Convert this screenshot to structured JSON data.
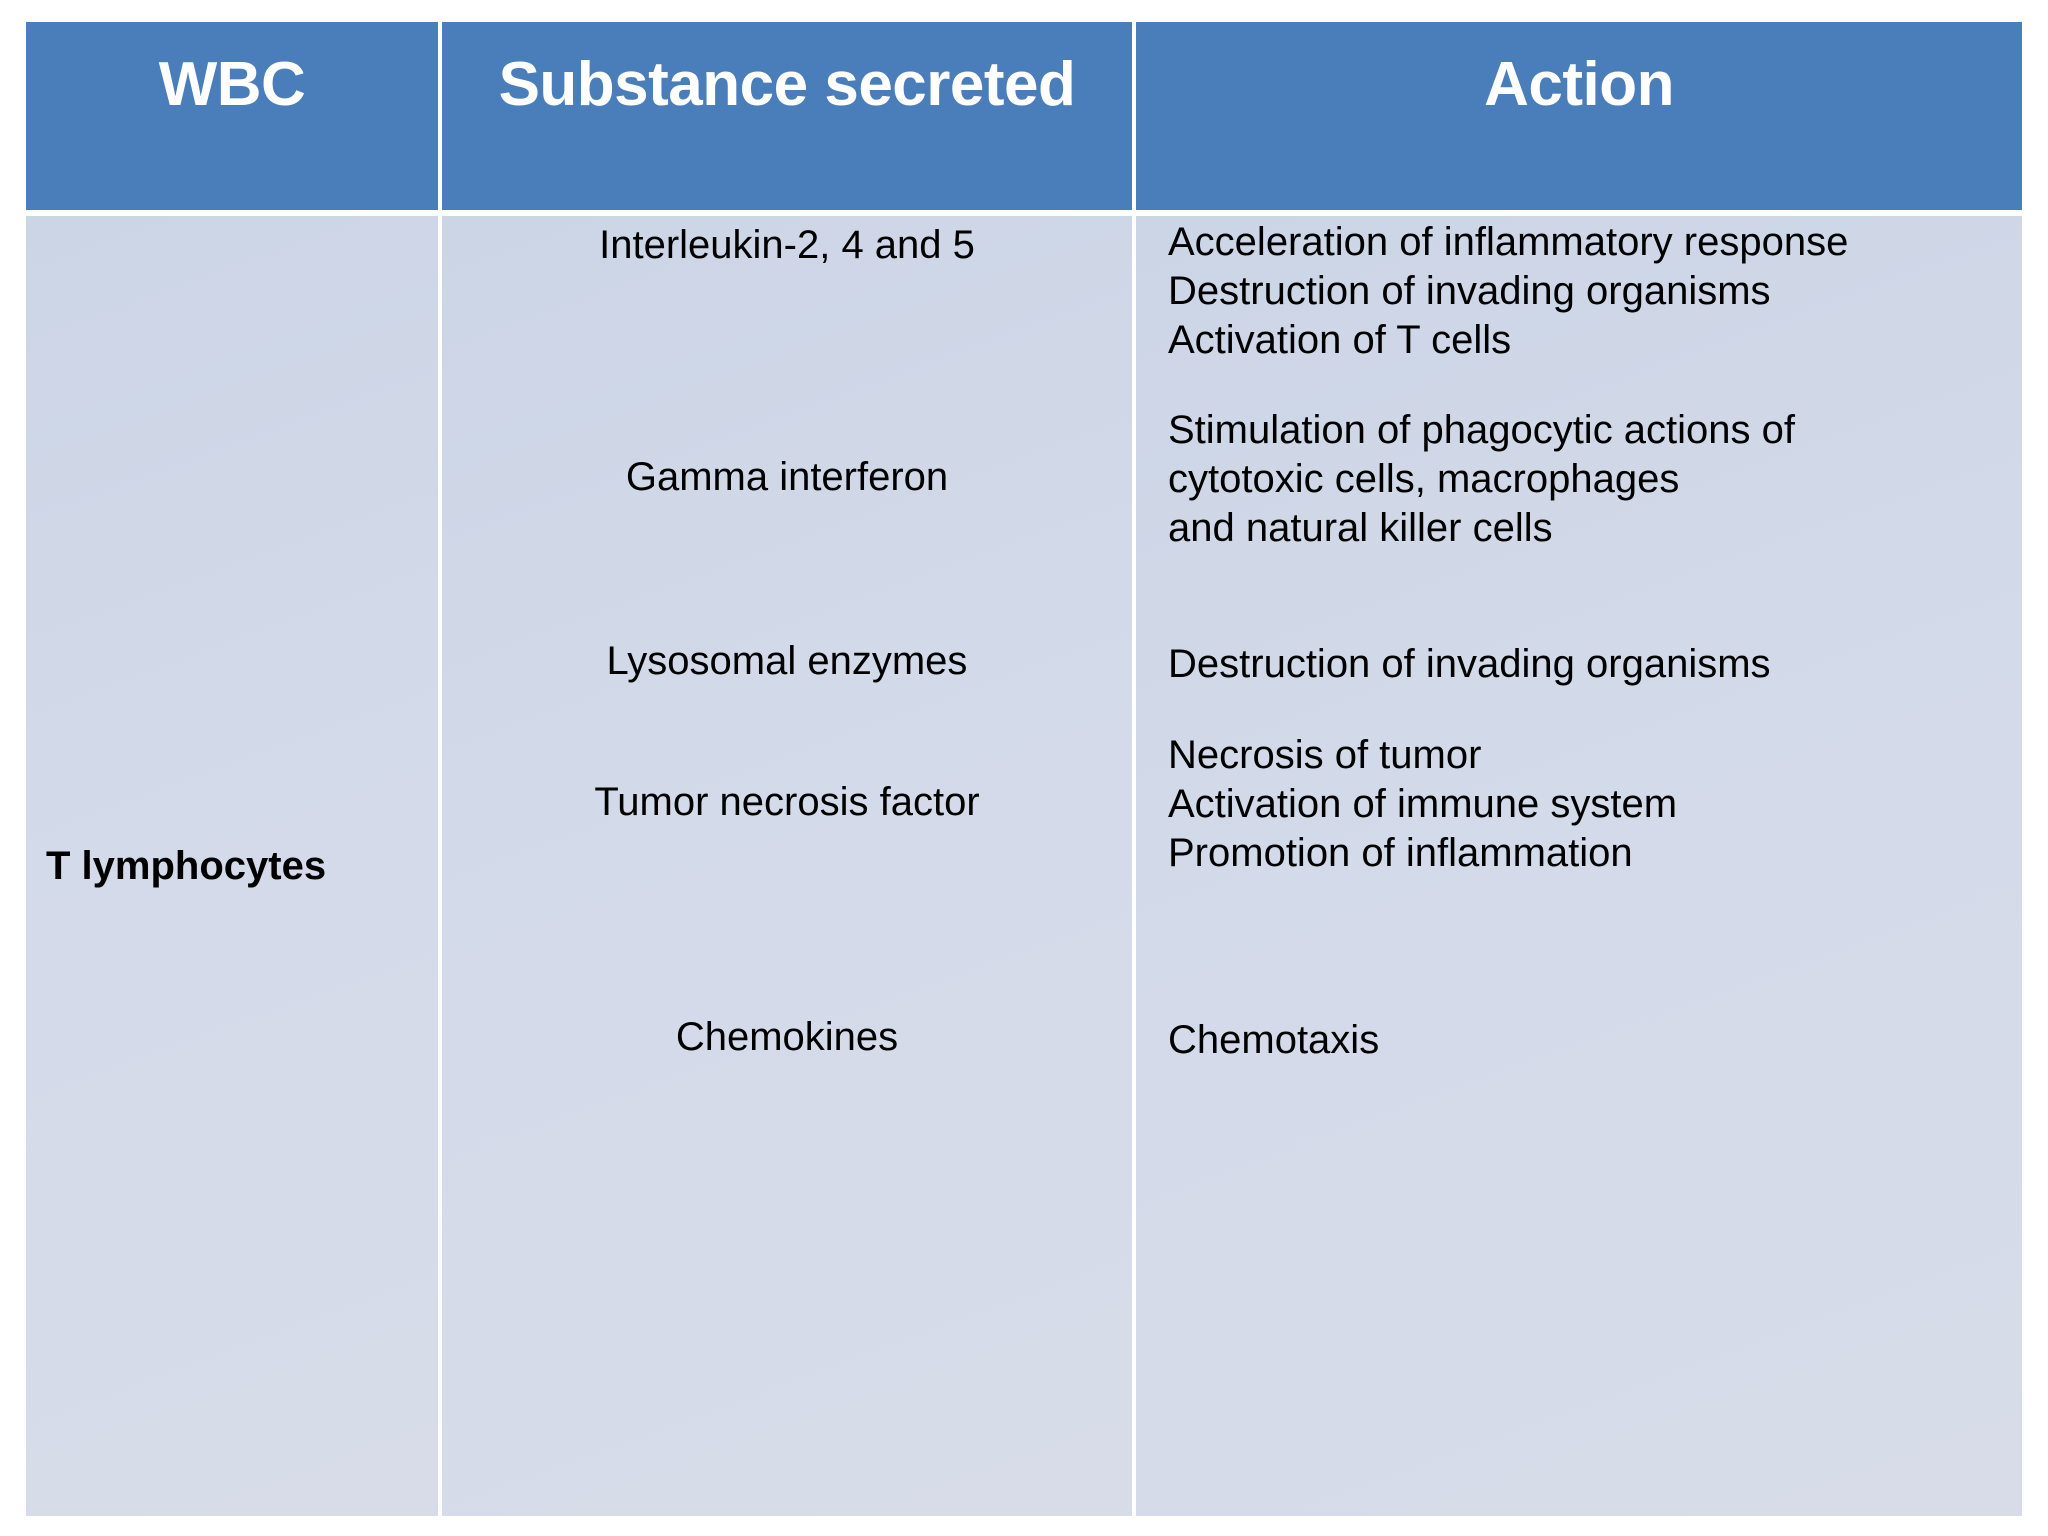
{
  "table": {
    "headers": [
      {
        "label": "WBC",
        "name": "header-wbc"
      },
      {
        "label": "Substance secreted",
        "name": "header-substance-secreted"
      },
      {
        "label": "Action",
        "name": "header-action"
      }
    ],
    "wbc_row_label": "T lymphocytes",
    "rows": [
      {
        "substance": "Interleukin-2, 4 and 5",
        "action_lines": [
          "Acceleration of inflammatory response",
          "Destruction of invading organisms",
          "Activation of T cells"
        ]
      },
      {
        "substance": "Gamma interferon",
        "action_lines": [
          "Stimulation of phagocytic actions of",
          "cytotoxic cells, macrophages",
          "and natural killer cells"
        ]
      },
      {
        "substance": "Lysosomal enzymes",
        "action_lines": [
          "Destruction of invading organisms"
        ]
      },
      {
        "substance": "Tumor necrosis factor",
        "action_lines": [
          "Necrosis of tumor",
          "Activation of immune system",
          "Promotion of inflammation"
        ]
      },
      {
        "substance": "Chemokines",
        "action_lines": [
          "Chemotaxis"
        ]
      }
    ]
  },
  "colors": {
    "header_background": "#4a7ebb",
    "header_text": "#ffffff",
    "body_background": "#d3dae9",
    "body_text": "#000000",
    "page_background": "#ffffff"
  }
}
